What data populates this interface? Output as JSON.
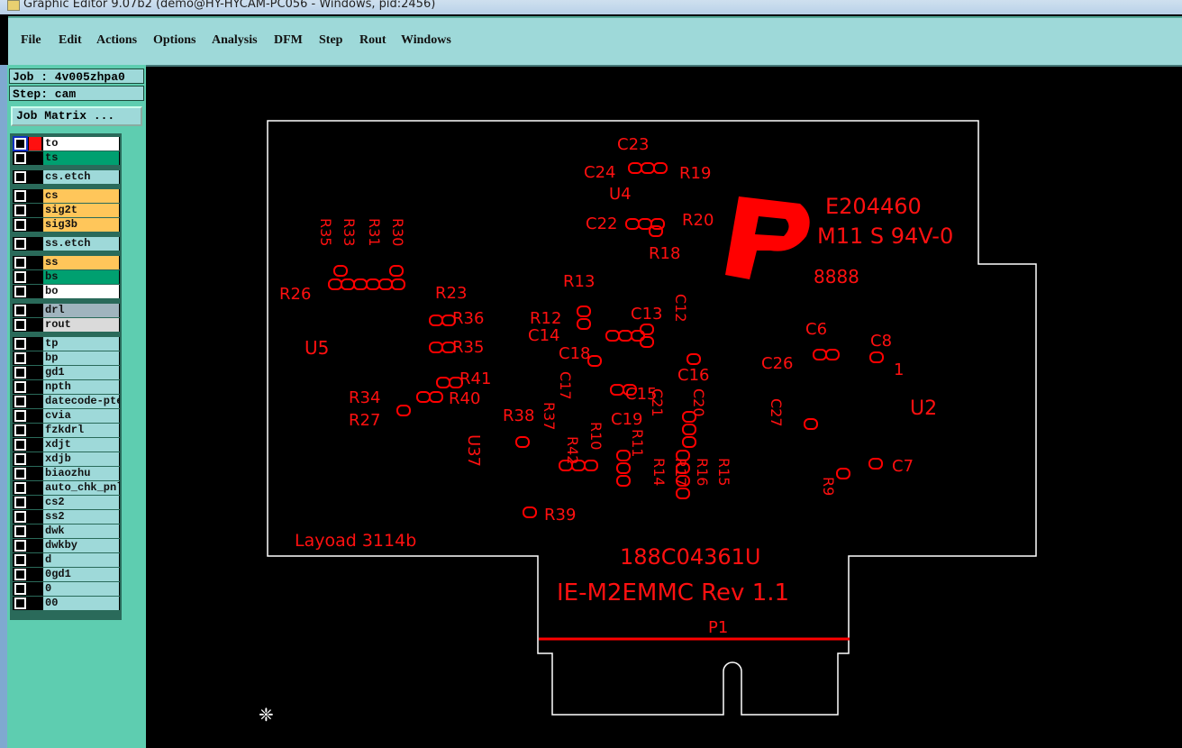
{
  "window": {
    "title": "Graphic Editor 9.07b2 (demo@HY-HYCAM-PC056 - Windows, pid:2456)"
  },
  "menu": [
    "File",
    "Edit",
    "Actions",
    "Options",
    "Analysis",
    "DFM",
    "Step",
    "Rout",
    "Windows"
  ],
  "job": "Job : 4v005zhpa0",
  "step": "Step: cam",
  "job_matrix_label": "Job Matrix ...",
  "colors": {
    "to": "#ffffff",
    "signal": "#ffc65a",
    "mask": "#00a070",
    "etch": "#9ed9d9",
    "drill": "#a0b4be",
    "rout": "#dadada",
    "board": "#ff1010"
  },
  "layers": [
    {
      "name": "to",
      "color": "#ffffff",
      "selected": true
    },
    {
      "name": "ts",
      "color": "#00a070"
    },
    {
      "name": "cs.etch",
      "color": "#9ed9d9"
    },
    {
      "name": "cs",
      "color": "#ffc65a"
    },
    {
      "name": "sig2t",
      "color": "#ffc65a"
    },
    {
      "name": "sig3b",
      "color": "#ffc65a"
    },
    {
      "name": "ss.etch",
      "color": "#9ed9d9"
    },
    {
      "name": "ss",
      "color": "#ffc65a"
    },
    {
      "name": "bs",
      "color": "#00a070"
    },
    {
      "name": "bo",
      "color": "#ffffff"
    },
    {
      "name": "drl",
      "color": "#a0b4be"
    },
    {
      "name": "rout",
      "color": "#dadada"
    },
    {
      "name": "tp",
      "color": "#9ed9d9"
    },
    {
      "name": "bp",
      "color": "#9ed9d9"
    },
    {
      "name": "gd1",
      "color": "#9ed9d9"
    },
    {
      "name": "npth",
      "color": "#9ed9d9"
    },
    {
      "name": "datecode-pte",
      "color": "#9ed9d9"
    },
    {
      "name": "cvia",
      "color": "#9ed9d9"
    },
    {
      "name": "fzkdrl",
      "color": "#9ed9d9"
    },
    {
      "name": "xdjt",
      "color": "#9ed9d9"
    },
    {
      "name": "xdjb",
      "color": "#9ed9d9"
    },
    {
      "name": "biaozhu",
      "color": "#9ed9d9"
    },
    {
      "name": "auto_chk_pnl",
      "color": "#9ed9d9"
    },
    {
      "name": "cs2",
      "color": "#9ed9d9"
    },
    {
      "name": "ss2",
      "color": "#9ed9d9"
    },
    {
      "name": "dwk",
      "color": "#9ed9d9"
    },
    {
      "name": "dwkby",
      "color": "#9ed9d9"
    },
    {
      "name": "d",
      "color": "#9ed9d9"
    },
    {
      "name": "0gd1",
      "color": "#9ed9d9"
    },
    {
      "name": "0",
      "color": "#9ed9d9"
    },
    {
      "name": "00",
      "color": "#9ed9d9"
    }
  ],
  "pcb_labels": [
    "C23",
    "C24",
    "R19",
    "U4",
    "C22",
    "R20",
    "R18",
    "E204460",
    "M11 S 94V-0",
    "R35",
    "R33",
    "R31",
    "R30",
    "R26",
    "R23",
    "R13",
    "R12",
    "C14",
    "C13",
    "C12",
    "C18",
    "C16",
    "R36",
    "R35",
    "U5",
    "R41",
    "R34",
    "R40",
    "R27",
    "C17",
    "C15",
    "C19",
    "C6",
    "C26",
    "C8",
    "1",
    "U2",
    "C27",
    "C7",
    "R9",
    "R38",
    "R37",
    "R42",
    "R10",
    "R11",
    "C21",
    "C20",
    "R14",
    "R17",
    "R16",
    "R15",
    "U37",
    "R39",
    "Layoad  3114b",
    "188C04361U",
    "IE-M2EMMC Rev 1.1",
    "P1",
    "8888"
  ]
}
